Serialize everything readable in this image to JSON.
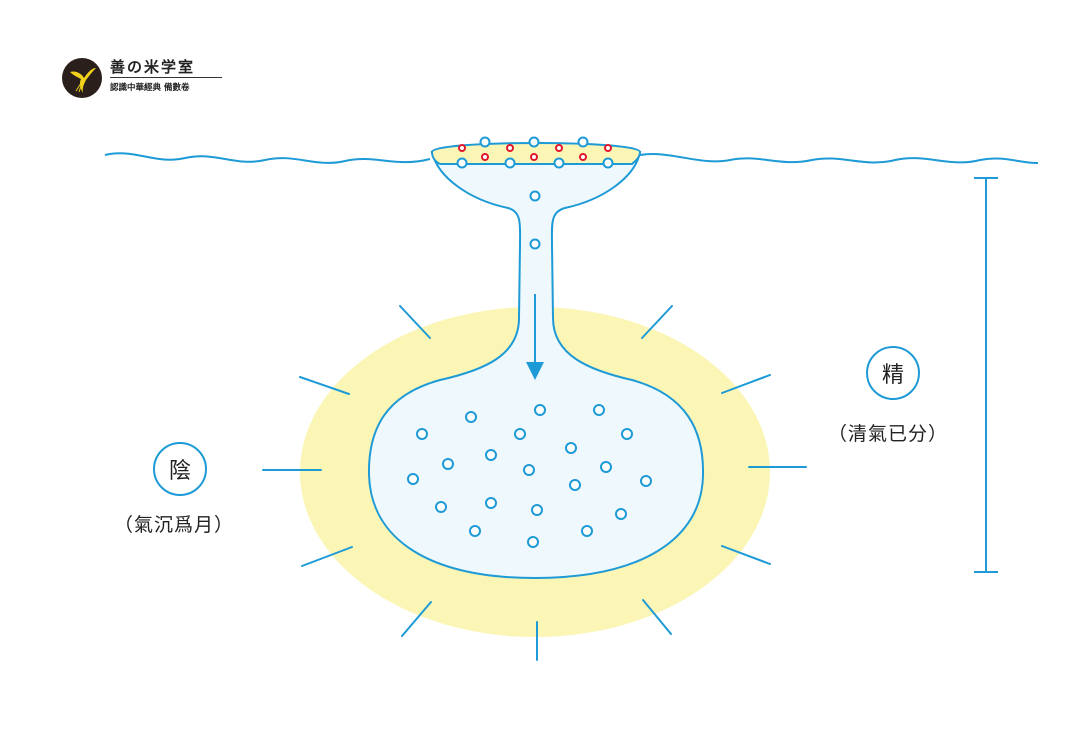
{
  "brand": {
    "title": "善の米学室",
    "subtitle": "認識中華經典 備數卷",
    "mark_icon": "phoenix-bird-icon"
  },
  "labels": {
    "yin": {
      "char": "陰",
      "desc": "（氣沉爲月）"
    },
    "jing": {
      "char": "精",
      "desc": "（清氣已分）"
    }
  },
  "colors": {
    "line": "#1e9ad6",
    "glow": "#fbf6b6",
    "fluid": "#eef8fd",
    "red_dot": "#e0182d",
    "text": "#222222"
  }
}
